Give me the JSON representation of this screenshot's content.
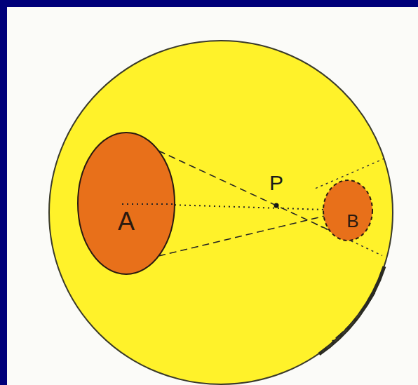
{
  "diagram": {
    "nodes": [
      {
        "text": [
          "A"
        ]
      },
      {
        "text": [
          "B"
        ]
      }
    ],
    "edges": [
      {
        "from": 0,
        "to": 1,
        "arrow": "none"
      },
      {
        "from": 0,
        "to": 1,
        "arrow": "none"
      },
      {
        "from": 0,
        "to": 1,
        "arrow": "none"
      }
    ],
    "labels": [
      "P"
    ]
  }
}
